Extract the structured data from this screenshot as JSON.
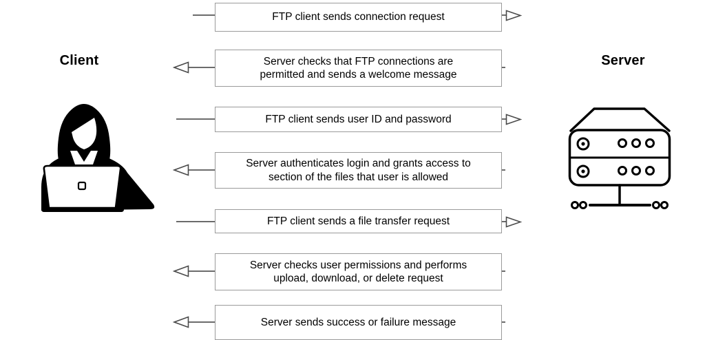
{
  "actors": {
    "client": "Client",
    "server": "Server"
  },
  "icons": {
    "client": "woman-at-laptop-icon",
    "server": "server-rack-network-icon",
    "arrow_right": "hollow-triangle-right",
    "arrow_left": "hollow-triangle-left"
  },
  "colors": {
    "background": "#ffffff",
    "box_fill": "#ffffff",
    "box_border": "#9a9a9a",
    "text": "#000000",
    "flow_line": "#6b6b6b",
    "arrow_outline": "#4a4a4a",
    "icon": "#000000"
  },
  "messages": [
    {
      "text": "FTP client sends connection request",
      "direction": "client-to-server"
    },
    {
      "text": "Server checks that FTP connections are\npermitted and sends a welcome message",
      "direction": "server-to-client"
    },
    {
      "text": "FTP client sends user ID and password",
      "direction": "client-to-server"
    },
    {
      "text": "Server authenticates login and grants access to\nsection of the files that user is allowed",
      "direction": "server-to-client"
    },
    {
      "text": "FTP client sends a file transfer request",
      "direction": "client-to-server"
    },
    {
      "text": "Server checks user permissions and performs\nupload, download, or delete request",
      "direction": "server-to-client"
    },
    {
      "text": "Server sends success or failure message",
      "direction": "server-to-client"
    }
  ]
}
